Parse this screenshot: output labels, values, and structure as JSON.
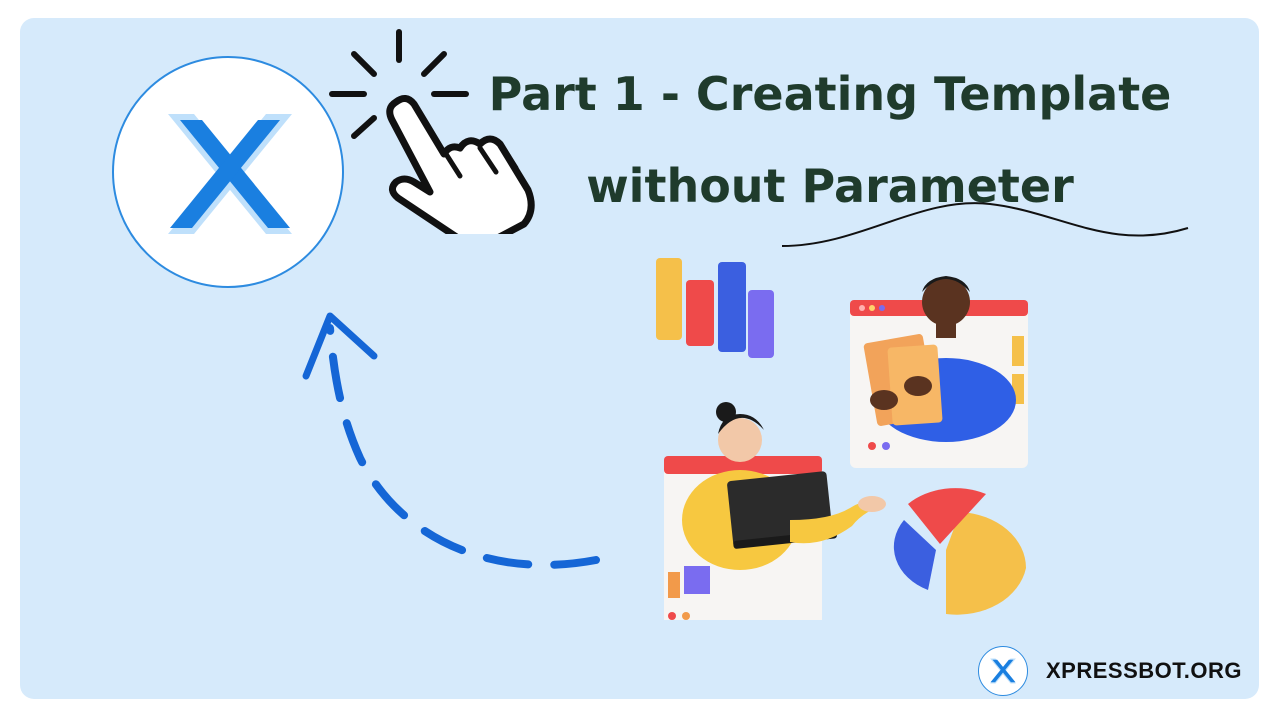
{
  "headline": {
    "line1": "Part 1 - Creating Template",
    "line2": "without Parameter"
  },
  "brand": {
    "site": "XPRESSBOT.ORG",
    "logo_icon": "xpressbot-x-logo-icon"
  },
  "colors": {
    "card_background": "#d6eafb",
    "title_text": "#1f3b2c",
    "logo_blue": "#1a7fe0",
    "arrow_blue": "#1566d6"
  },
  "decor": {
    "pointer": "hand-pointer-click-icon",
    "arrow": "curved-dashed-arrow-icon",
    "illustration": "team-working-with-charts-illustration"
  }
}
